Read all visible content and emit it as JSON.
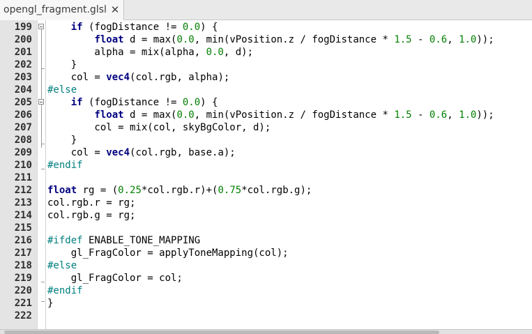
{
  "tab": {
    "title": "opengl_fragment.glsl",
    "close_glyph": "✕"
  },
  "lines": [
    {
      "num": "199",
      "tokens": [
        {
          "t": "    "
        },
        {
          "t": "if",
          "c": "kw"
        },
        {
          "t": " (fogDistance != "
        },
        {
          "t": "0.0",
          "c": "num"
        },
        {
          "t": ") {"
        }
      ]
    },
    {
      "num": "200",
      "tokens": [
        {
          "t": "        "
        },
        {
          "t": "float",
          "c": "kw"
        },
        {
          "t": " d = max("
        },
        {
          "t": "0.0",
          "c": "num"
        },
        {
          "t": ", min(vPosition.z / fogDistance * "
        },
        {
          "t": "1.5",
          "c": "num"
        },
        {
          "t": " - "
        },
        {
          "t": "0.6",
          "c": "num"
        },
        {
          "t": ", "
        },
        {
          "t": "1.0",
          "c": "num"
        },
        {
          "t": "));"
        }
      ]
    },
    {
      "num": "201",
      "tokens": [
        {
          "t": "        alpha = mix(alpha, "
        },
        {
          "t": "0.0",
          "c": "num"
        },
        {
          "t": ", d);"
        }
      ]
    },
    {
      "num": "202",
      "tokens": [
        {
          "t": "    }"
        }
      ]
    },
    {
      "num": "203",
      "tokens": [
        {
          "t": "    col = "
        },
        {
          "t": "vec4",
          "c": "kw"
        },
        {
          "t": "(col.rgb, alpha);"
        }
      ]
    },
    {
      "num": "204",
      "tokens": [
        {
          "t": "#else",
          "c": "pp"
        }
      ]
    },
    {
      "num": "205",
      "tokens": [
        {
          "t": "    "
        },
        {
          "t": "if",
          "c": "kw"
        },
        {
          "t": " (fogDistance != "
        },
        {
          "t": "0.0",
          "c": "num"
        },
        {
          "t": ") {"
        }
      ]
    },
    {
      "num": "206",
      "tokens": [
        {
          "t": "        "
        },
        {
          "t": "float",
          "c": "kw"
        },
        {
          "t": " d = max("
        },
        {
          "t": "0.0",
          "c": "num"
        },
        {
          "t": ", min(vPosition.z / fogDistance * "
        },
        {
          "t": "1.5",
          "c": "num"
        },
        {
          "t": " - "
        },
        {
          "t": "0.6",
          "c": "num"
        },
        {
          "t": ", "
        },
        {
          "t": "1.0",
          "c": "num"
        },
        {
          "t": "));"
        }
      ]
    },
    {
      "num": "207",
      "tokens": [
        {
          "t": "        col = mix(col, skyBgColor, d);"
        }
      ]
    },
    {
      "num": "208",
      "tokens": [
        {
          "t": "    }"
        }
      ]
    },
    {
      "num": "209",
      "tokens": [
        {
          "t": "    col = "
        },
        {
          "t": "vec4",
          "c": "kw"
        },
        {
          "t": "(col.rgb, base.a);"
        }
      ]
    },
    {
      "num": "210",
      "tokens": [
        {
          "t": "#endif",
          "c": "pp"
        }
      ]
    },
    {
      "num": "211",
      "tokens": []
    },
    {
      "num": "212",
      "tokens": [
        {
          "t": "float",
          "c": "kw"
        },
        {
          "t": " rg = ("
        },
        {
          "t": "0.25",
          "c": "num"
        },
        {
          "t": "*col.rgb.r)+("
        },
        {
          "t": "0.75",
          "c": "num"
        },
        {
          "t": "*col.rgb.g);"
        }
      ]
    },
    {
      "num": "213",
      "tokens": [
        {
          "t": "col.rgb.r = rg;"
        }
      ]
    },
    {
      "num": "214",
      "tokens": [
        {
          "t": "col.rgb.g = rg;"
        }
      ]
    },
    {
      "num": "215",
      "tokens": []
    },
    {
      "num": "216",
      "tokens": [
        {
          "t": "#ifdef",
          "c": "pp"
        },
        {
          "t": " ENABLE_TONE_MAPPING"
        }
      ]
    },
    {
      "num": "217",
      "tokens": [
        {
          "t": "    gl_FragColor = applyToneMapping(col);"
        }
      ]
    },
    {
      "num": "218",
      "tokens": [
        {
          "t": "#else",
          "c": "pp"
        }
      ]
    },
    {
      "num": "219",
      "tokens": [
        {
          "t": "    gl_FragColor = col;"
        }
      ]
    },
    {
      "num": "220",
      "tokens": [
        {
          "t": "#endif",
          "c": "pp"
        }
      ]
    },
    {
      "num": "221",
      "tokens": [
        {
          "t": "}"
        }
      ]
    },
    {
      "num": "222",
      "tokens": []
    }
  ],
  "colors": {
    "keyword": "#00007f",
    "number": "#007f00",
    "preprocessor": "#007f7f",
    "gutter": "#e4e4e4"
  }
}
